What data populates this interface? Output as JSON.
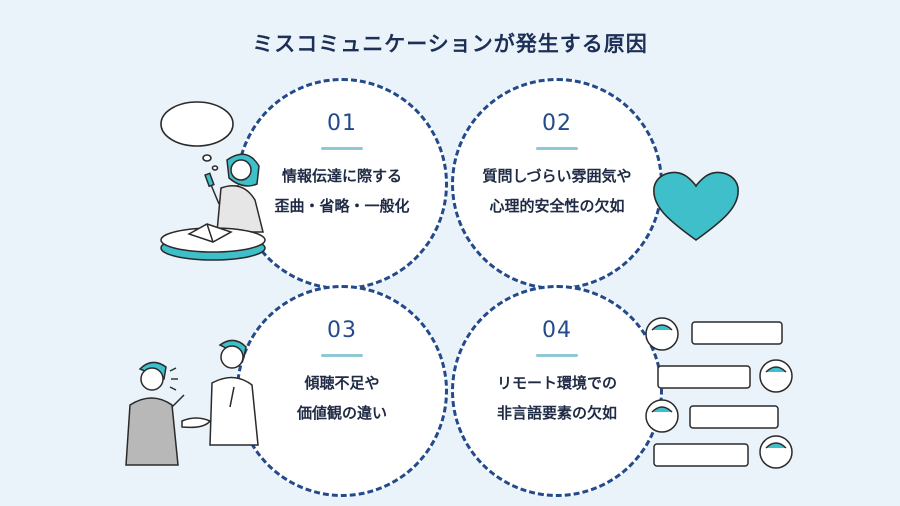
{
  "title": "ミスコミュニケーションが発生する原因",
  "items": [
    {
      "number": "01",
      "line1": "情報伝達に際する",
      "line2": "歪曲・省略・一般化"
    },
    {
      "number": "02",
      "line1": "質問しづらい雰囲気や",
      "line2": "心理的安全性の欠如"
    },
    {
      "number": "03",
      "line1": "傾聴不足や",
      "line2": "価値観の違い"
    },
    {
      "number": "04",
      "line1": "リモート環境での",
      "line2": "非言語要素の欠如"
    }
  ],
  "colors": {
    "background": "#eaf3fa",
    "circle_border": "#234a8c",
    "accent_teal": "#3fbfc9",
    "text_dark": "#1f2a44"
  }
}
